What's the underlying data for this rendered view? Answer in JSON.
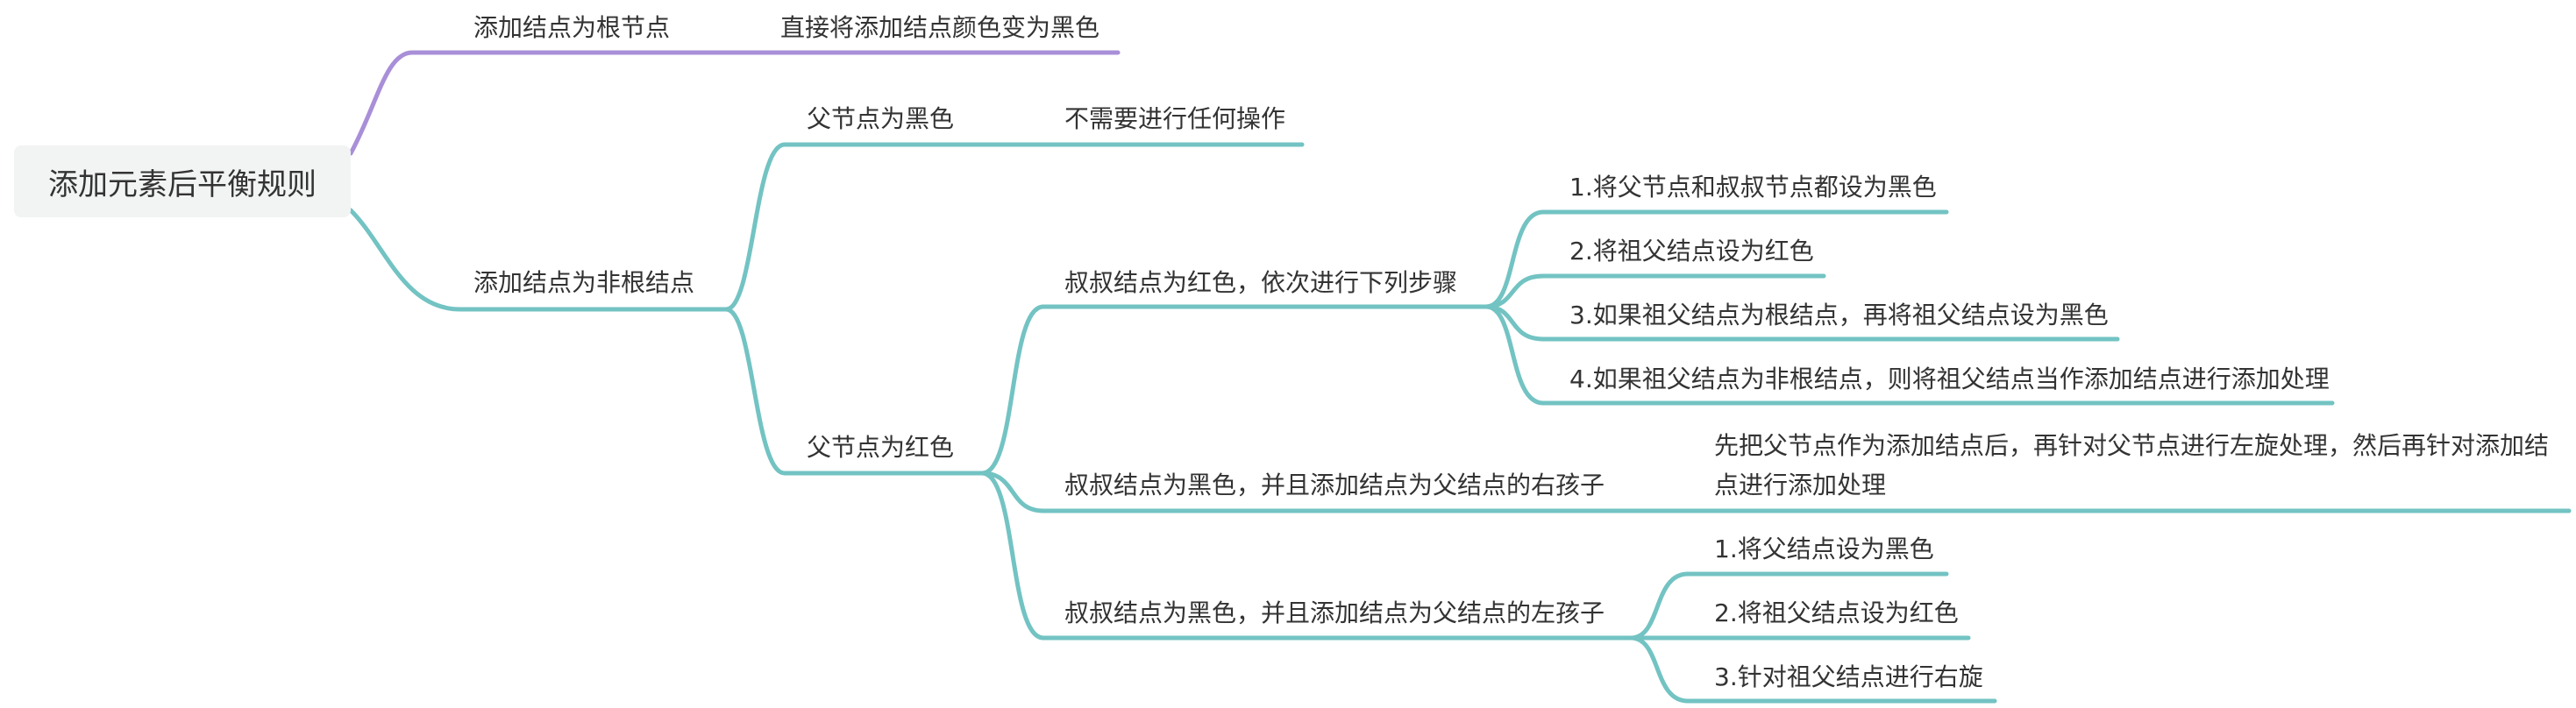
{
  "colors": {
    "branch_top": "#a98fd8",
    "branch_main": "#73c3c3",
    "root_bg": "#f2f3f3",
    "text": "#333333"
  },
  "root": {
    "label": "添加元素后平衡规则"
  },
  "nodes": {
    "is_root": "添加结点为根节点",
    "is_root_action": "直接将添加结点颜色变为黑色",
    "non_root": "添加结点为非根结点",
    "parent_black": "父节点为黑色",
    "parent_black_action": "不需要进行任何操作",
    "parent_red": "父节点为红色",
    "uncle_red": "叔叔结点为红色，依次进行下列步骤",
    "uncle_red_step1": "1.将父节点和叔叔节点都设为黑色",
    "uncle_red_step2": "2.将祖父结点设为红色",
    "uncle_red_step3": "3.如果祖父结点为根结点，再将祖父结点设为黑色",
    "uncle_red_step4": "4.如果祖父结点为非根结点，则将祖父结点当作添加结点进行添加处理",
    "uncle_black_right": "叔叔结点为黑色，并且添加结点为父结点的右孩子",
    "uncle_black_right_action": "先把父节点作为添加结点后，再针对父节点进行左旋处理，然后再针对添加结点进行添加处理",
    "uncle_black_left": "叔叔结点为黑色，并且添加结点为父结点的左孩子",
    "uncle_black_left_step1": "1.将父结点设为黑色",
    "uncle_black_left_step2": "2.将祖父结点设为红色",
    "uncle_black_left_step3": "3.针对祖父结点进行右旋"
  }
}
